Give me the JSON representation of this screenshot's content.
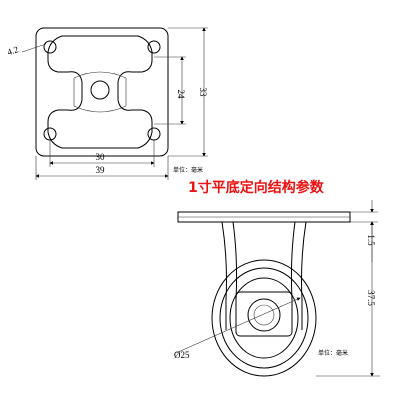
{
  "title": "1寸平底定向结构参数",
  "top_plate": {
    "hole_dim": "4.2",
    "inner_height_dim": "24",
    "outer_height_dim": "33",
    "inner_width_dim": "30",
    "outer_width_dim": "39",
    "unit_label": "单位：毫米"
  },
  "side_view": {
    "plate_dim": "1.5",
    "height_dim": "37.5",
    "wheel_dim": "Ø25",
    "unit_label": "单位：毫米"
  },
  "colors": {
    "title": "#ee1111",
    "line": "#000000"
  }
}
